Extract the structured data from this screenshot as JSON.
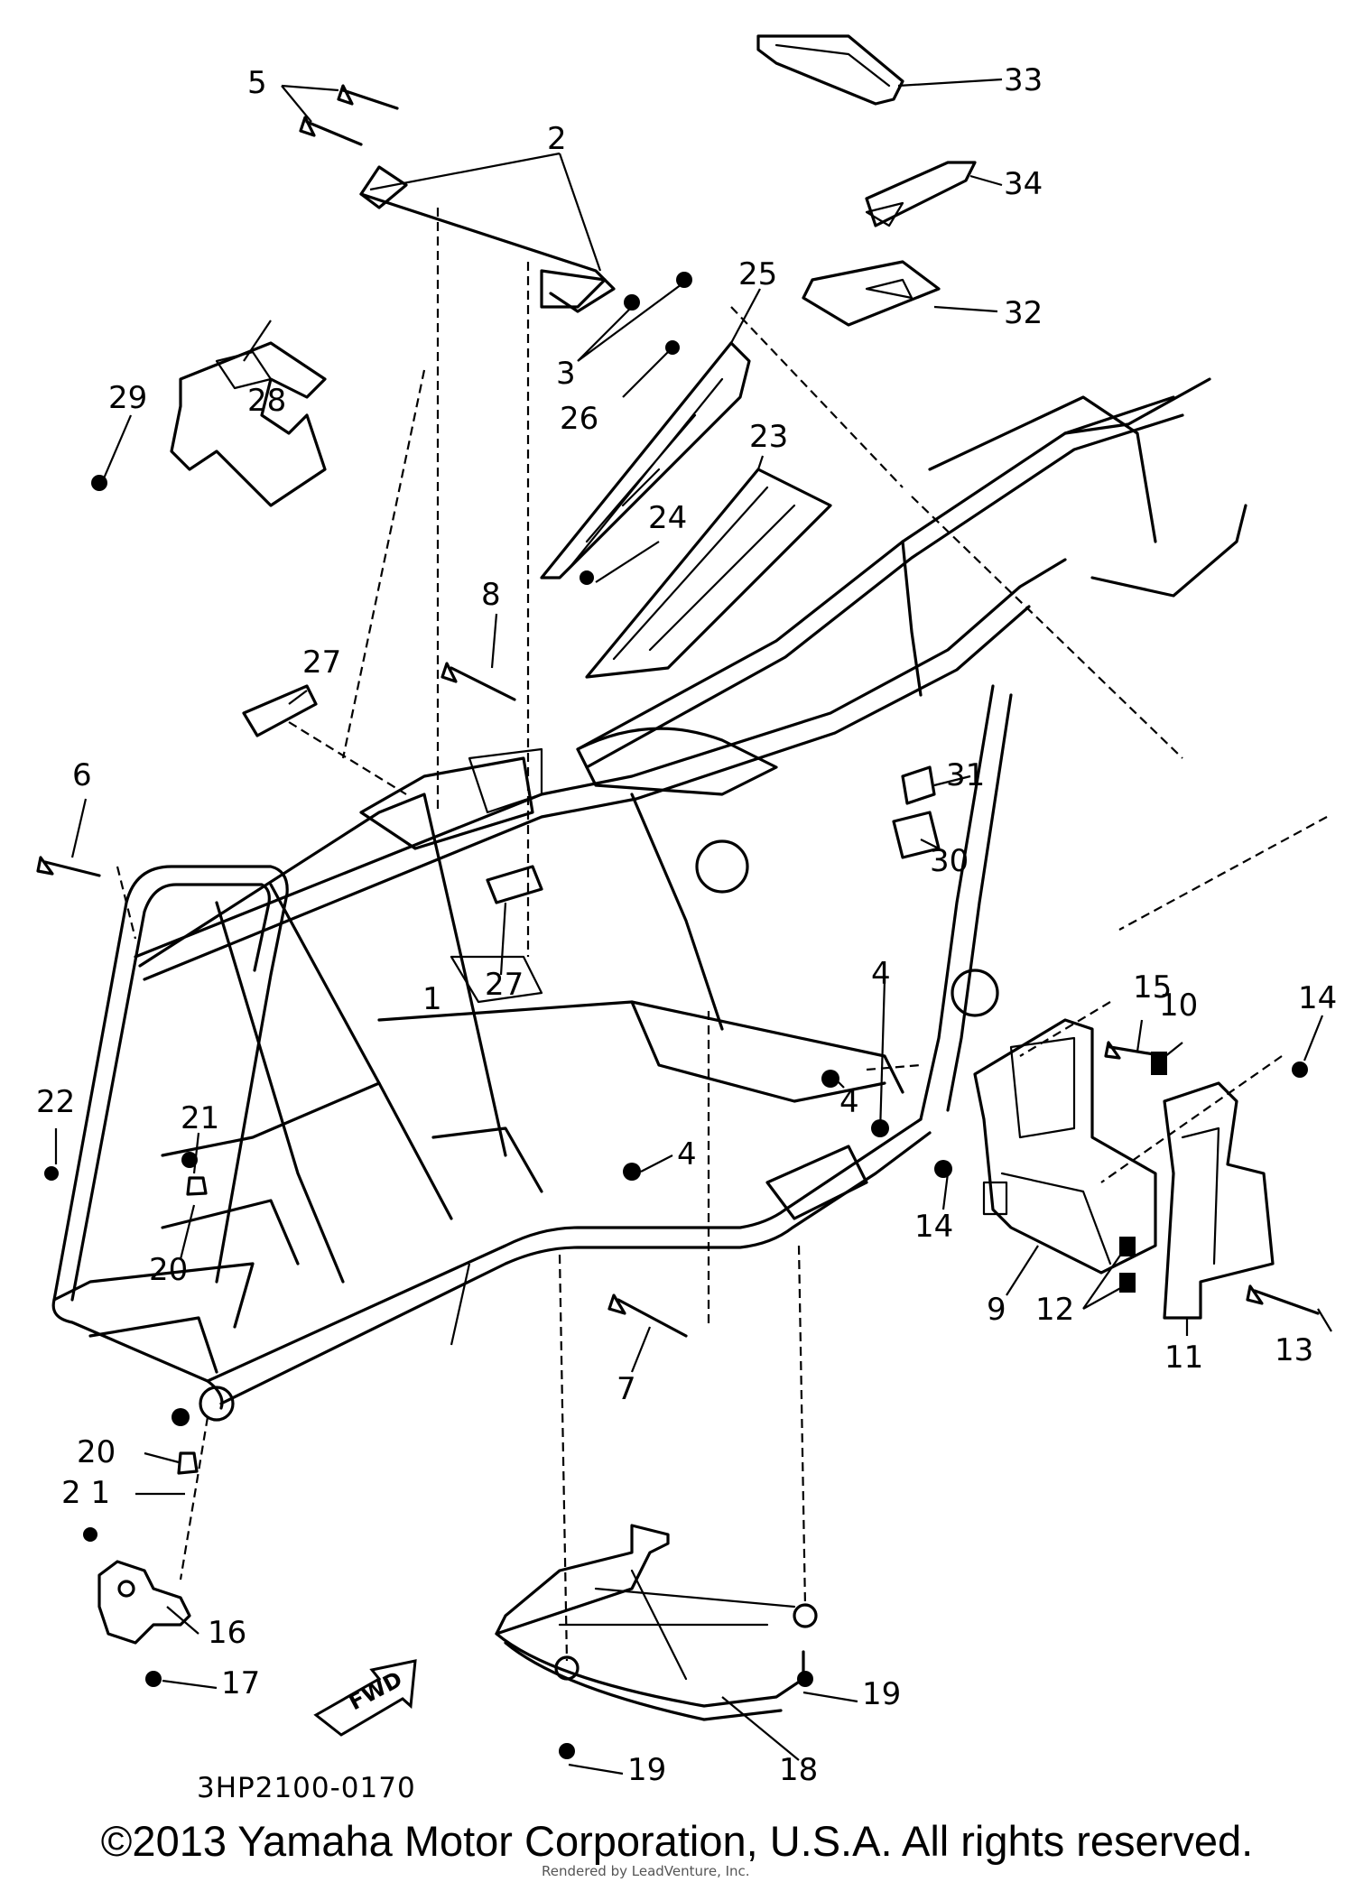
{
  "diagram": {
    "code": "3HP2100-0170",
    "fwd_label": "FWD",
    "copyright": "©2013 Yamaha Motor Corporation, U.S.A. All rights reserved.",
    "renderer": "Rendered by LeadVenture, Inc.",
    "callouts": [
      {
        "id": "c1",
        "label": "1"
      },
      {
        "id": "c2",
        "label": "2"
      },
      {
        "id": "c3",
        "label": "3"
      },
      {
        "id": "c4a",
        "label": "4"
      },
      {
        "id": "c4b",
        "label": "4"
      },
      {
        "id": "c4c",
        "label": "4"
      },
      {
        "id": "c5",
        "label": "5"
      },
      {
        "id": "c6",
        "label": "6"
      },
      {
        "id": "c7",
        "label": "7"
      },
      {
        "id": "c8",
        "label": "8"
      },
      {
        "id": "c9",
        "label": "9"
      },
      {
        "id": "c10",
        "label": "10"
      },
      {
        "id": "c11",
        "label": "11"
      },
      {
        "id": "c12",
        "label": "12"
      },
      {
        "id": "c13",
        "label": "13"
      },
      {
        "id": "c14a",
        "label": "14"
      },
      {
        "id": "c14b",
        "label": "14"
      },
      {
        "id": "c15",
        "label": "15"
      },
      {
        "id": "c16",
        "label": "16"
      },
      {
        "id": "c17",
        "label": "17"
      },
      {
        "id": "c18",
        "label": "18"
      },
      {
        "id": "c19a",
        "label": "19"
      },
      {
        "id": "c19b",
        "label": "19"
      },
      {
        "id": "c20a",
        "label": "20"
      },
      {
        "id": "c20b",
        "label": "20"
      },
      {
        "id": "c21a",
        "label": "21"
      },
      {
        "id": "c21b",
        "label": "2 1"
      },
      {
        "id": "c22",
        "label": "22"
      },
      {
        "id": "c23",
        "label": "23"
      },
      {
        "id": "c24",
        "label": "24"
      },
      {
        "id": "c25",
        "label": "25"
      },
      {
        "id": "c26",
        "label": "26"
      },
      {
        "id": "c27a",
        "label": "27"
      },
      {
        "id": "c27b",
        "label": "27"
      },
      {
        "id": "c28",
        "label": "28"
      },
      {
        "id": "c29",
        "label": "29"
      },
      {
        "id": "c30",
        "label": "30"
      },
      {
        "id": "c31",
        "label": "31"
      },
      {
        "id": "c32",
        "label": "32"
      },
      {
        "id": "c33",
        "label": "33"
      },
      {
        "id": "c34",
        "label": "34"
      }
    ]
  }
}
